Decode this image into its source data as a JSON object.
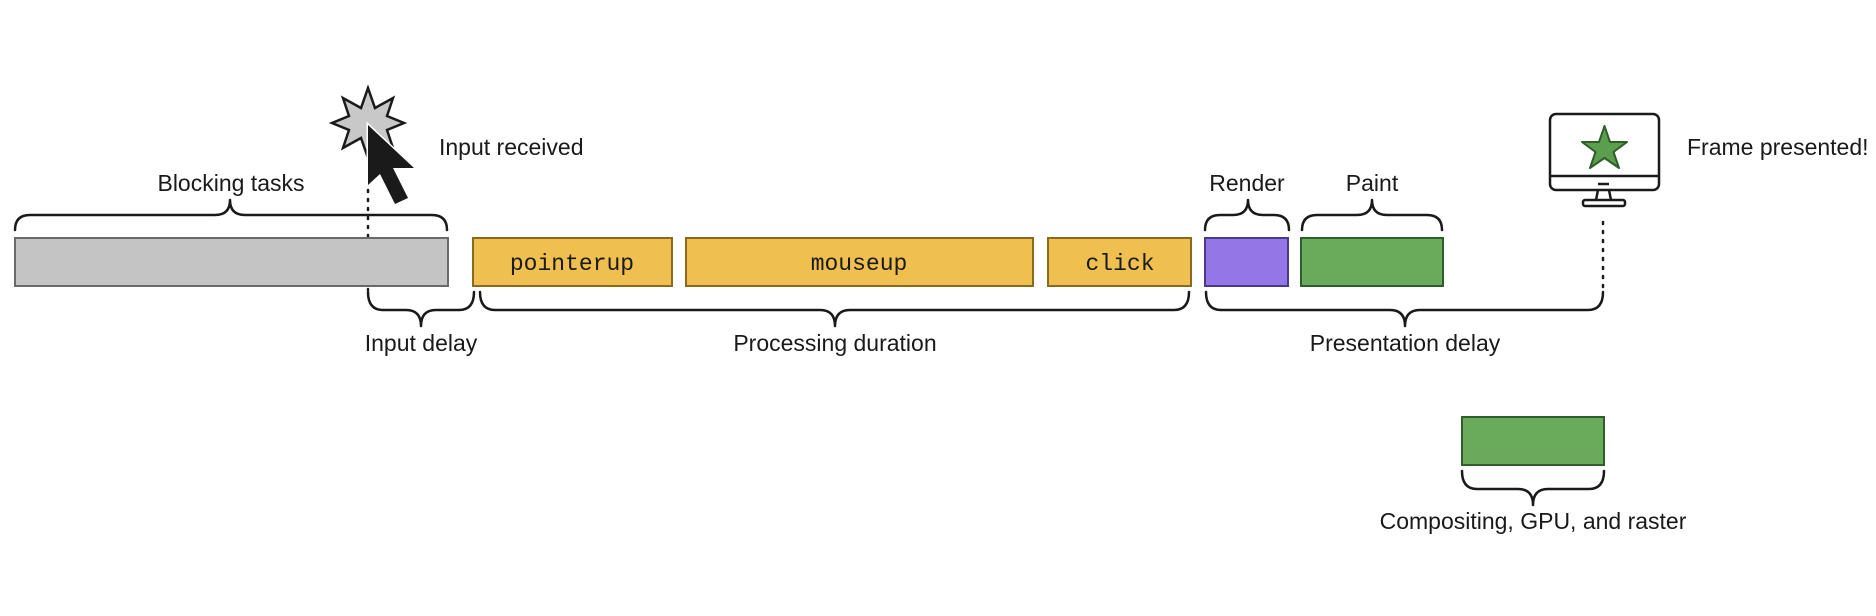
{
  "labels": {
    "input_received": "Input received",
    "frame_presented": "Frame presented!",
    "blocking_tasks": "Blocking tasks",
    "render": "Render",
    "paint": "Paint",
    "input_delay": "Input delay",
    "processing_duration": "Processing duration",
    "presentation_delay": "Presentation delay",
    "compositing": "Compositing, GPU, and raster"
  },
  "events": {
    "pointerup": "pointerup",
    "mouseup": "mouseup",
    "click": "click"
  },
  "colors": {
    "blocking": "#c4c4c4",
    "event": "#efbf4f",
    "render": "#9476e6",
    "paint": "#6aaa5b",
    "star": "#5b9e4d"
  },
  "icons": {
    "input": "cursor-burst-icon",
    "monitor": "monitor-star-icon"
  }
}
